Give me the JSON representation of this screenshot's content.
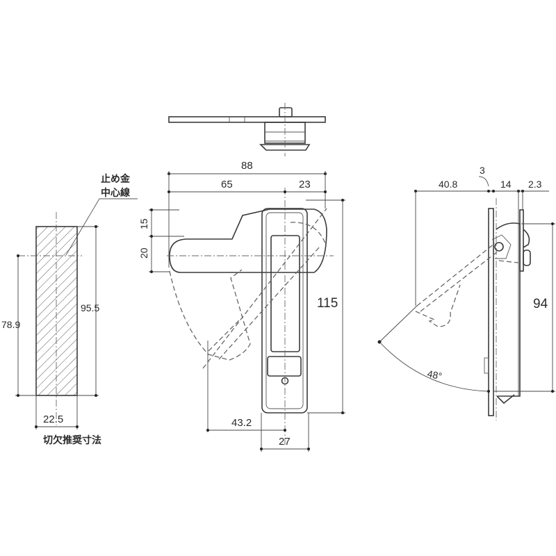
{
  "drawing": {
    "cutout_view": {
      "annotation_line1": "止め金",
      "annotation_line2": "中心線",
      "caption": "切欠推奨寸法",
      "dims": {
        "height_total": "95.5",
        "height_to_center": "78.9",
        "width": "22.5"
      }
    },
    "front_view": {
      "dims": {
        "overall_width": "88",
        "left_to_center": "65",
        "center_to_right": "23",
        "top_offset": "15",
        "handle_height": "20",
        "body_height": "115",
        "swing_reach": "43.2",
        "body_width": "27"
      }
    },
    "side_view": {
      "dims": {
        "swing_depth": "40.8",
        "plate_thickness": "3",
        "body_depth": "14",
        "latch_thickness": "2.3",
        "latch_height": "94",
        "swing_angle": "48°"
      }
    },
    "colors": {
      "line": "#3a3a3a",
      "hatch": "#555555",
      "background": "#ffffff"
    }
  }
}
